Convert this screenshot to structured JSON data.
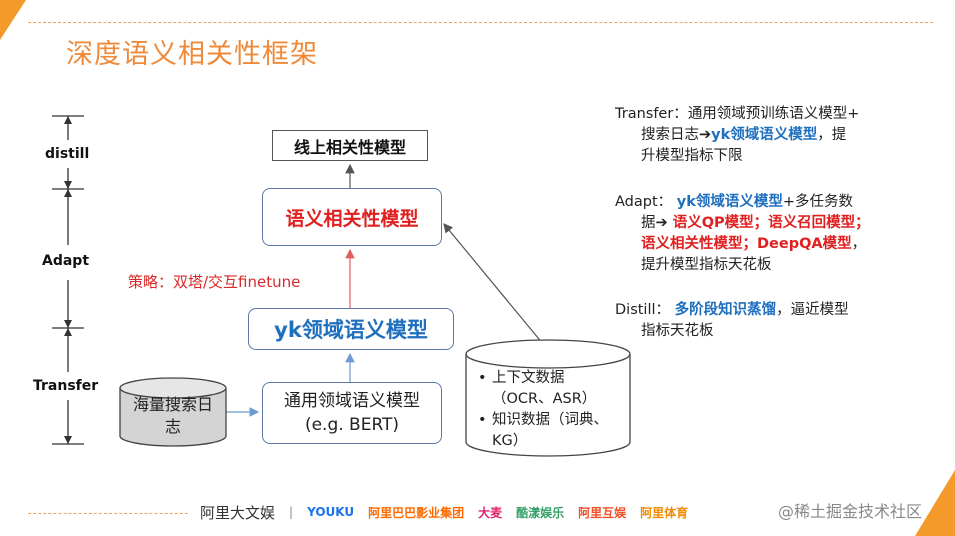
{
  "title": "深度语义相关性框架",
  "stages": {
    "distill": "distill",
    "adapt": "Adapt",
    "transfer": "Transfer"
  },
  "boxes": {
    "online": "线上相关性模型",
    "relevance": "语义相关性模型",
    "yk": "yk领域语义模型",
    "general": "通用领域语义模型(e.g. BERT)",
    "searchlog": "海量搜索日志"
  },
  "strategy": "策略：双塔/交互finetune",
  "data_cylinder": {
    "item1": "上下文数据（OCR、ASR）",
    "item2": "知识数据（词典、KG）"
  },
  "right_panel": {
    "transfer": {
      "label": "Transfer：",
      "t1": "通用领域预训练语义模型+",
      "t2": "搜索日志",
      "arrow": "➔",
      "t3": "yk领域语义模型",
      "t4": "，提",
      "t5": "升模型指标下限"
    },
    "adapt": {
      "label": "Adapt：",
      "t1": "yk领域语义模型",
      "t2": "+多任务数",
      "t3": "据",
      "arrow": "➔",
      "t4": " 语义QP模型；语义召回模型；",
      "t5": "语义相关性模型；DeepQA模型",
      "t6": "，",
      "t7": "提升模型指标天花板"
    },
    "distill": {
      "label": "Distill：",
      "t1": "多阶段知识蒸馏",
      "t2": "，逼近模型",
      "t3": "指标天花板"
    }
  },
  "footer": {
    "brand": "阿里大文娱",
    "separator": "|",
    "logos": [
      "YOUKU",
      "阿里巴巴影业集团",
      "大麦",
      "酷漾娱乐",
      "阿里互娱",
      "阿里体育"
    ],
    "logo_colors": [
      "#1a73e8",
      "#ff6a00",
      "#e0246b",
      "#38a169",
      "#f0522a",
      "#f08c00"
    ]
  },
  "watermark": "@稀土掘金技术社区"
}
